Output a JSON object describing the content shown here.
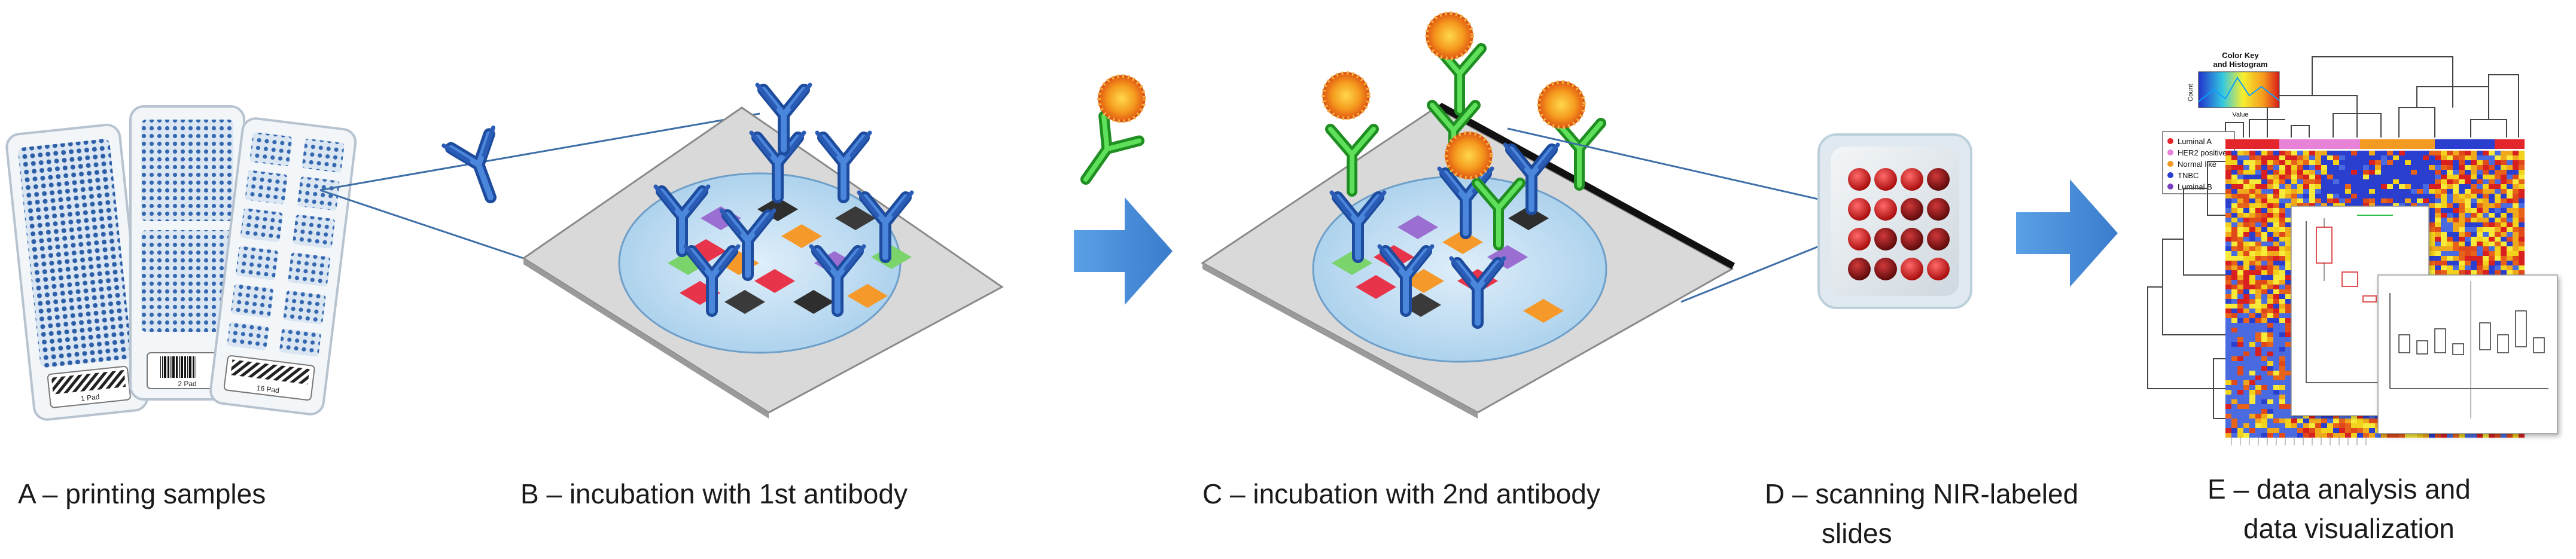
{
  "panels": [
    {
      "id": "A",
      "caption": "A – printing samples"
    },
    {
      "id": "B",
      "caption": "B – incubation with 1st antibody"
    },
    {
      "id": "C",
      "caption": "C – incubation with 2nd antibody"
    },
    {
      "id": "D",
      "caption_line1": "D – scanning NIR-labeled",
      "caption_line2": "slides"
    },
    {
      "id": "E",
      "caption_line1": "E – data analysis and",
      "caption_line2": "data visualization"
    }
  ],
  "slide_labels": [
    "1 Pad",
    "2 Pad",
    "16 Pad"
  ],
  "heatmap": {
    "key_title_line1": "Color Key",
    "key_title_line2": "and Histogram",
    "key_xlabel": "Value",
    "key_ylabel": "Count",
    "legend": [
      {
        "label": "Luminal A",
        "color": "#e3262b"
      },
      {
        "label": "HER2 positive",
        "color": "#e882d8"
      },
      {
        "label": "Normal like",
        "color": "#f29a22"
      },
      {
        "label": "TNBC",
        "color": "#2a3fcf"
      },
      {
        "label": "Luminal B",
        "color": "#7a3fbf"
      }
    ],
    "subtype_bar": [
      "#e3262b",
      "#e882d8",
      "#f29a22",
      "#2a3fcf",
      "#e3262b"
    ]
  },
  "colors": {
    "arrow": "#4a90d9",
    "primary_antibody": "#2f67c4",
    "secondary_antibody": "#3cbf3c",
    "fluorophore": "#f07a1e",
    "slide_blue": "#2d5fa8",
    "scanner_dot": "#c81818"
  }
}
